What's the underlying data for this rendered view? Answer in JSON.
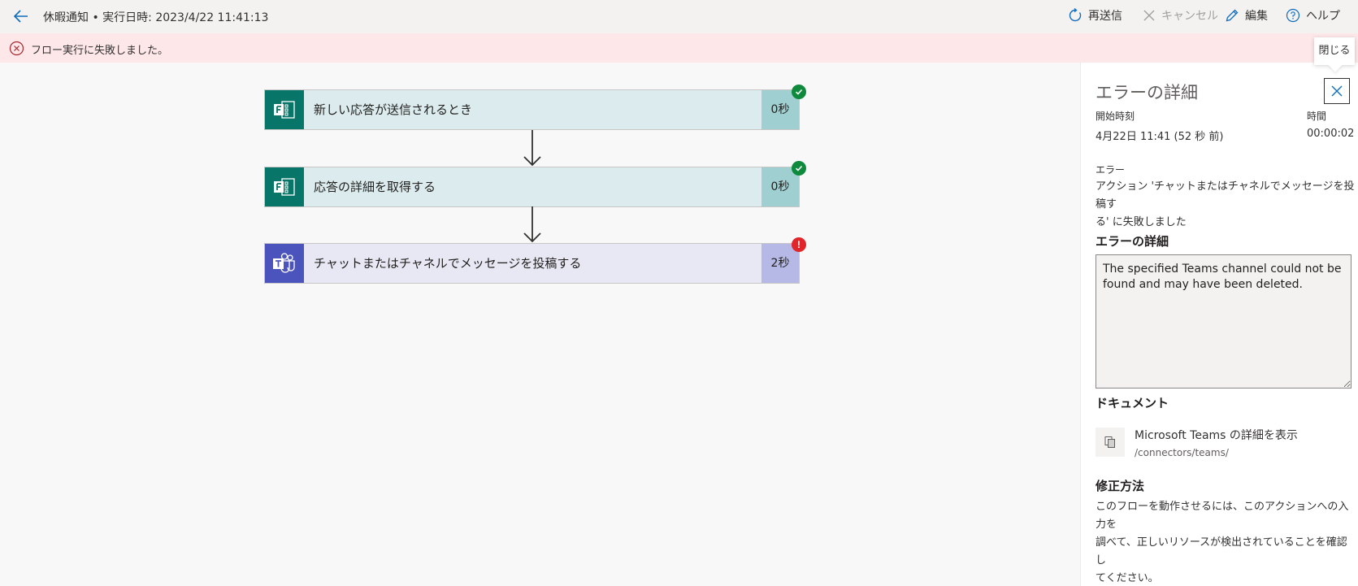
{
  "header": {
    "back_icon": "arrow-left-icon",
    "title": "休暇通知 • 実行日時: 2023/4/22 11:41:13",
    "commands": {
      "resubmit": "再送信",
      "cancel": "キャンセル",
      "edit": "編集",
      "help": "ヘルプ"
    }
  },
  "banner": {
    "icon": "error-circle-icon",
    "message": "フロー実行に失敗しました。"
  },
  "flow": {
    "steps": [
      {
        "label": "新しい応答が送信されるとき",
        "duration": "0秒",
        "status": "succeeded",
        "connector": "forms-icon"
      },
      {
        "label": "応答の詳細を取得する",
        "duration": "0秒",
        "status": "succeeded",
        "connector": "forms-icon"
      },
      {
        "label": "チャットまたはチャネルでメッセージを投稿する",
        "duration": "2秒",
        "status": "failed",
        "connector": "teams-icon",
        "status_glyph": "!"
      }
    ]
  },
  "panel": {
    "title": "エラーの詳細",
    "close_tooltip": "閉じる",
    "start_label": "開始時刻",
    "start_value": "4月22日 11:41 (52 秒 前)",
    "duration_label": "時間",
    "duration_value": "00:00:02",
    "error_label": "エラー",
    "error_line1": "アクション 'チャットまたはチャネルでメッセージを投稿す",
    "error_line2": "る' に失敗しました",
    "details_heading": "エラーの詳細",
    "details_text": "The specified Teams channel could not be found and may have been deleted.",
    "docs_heading": "ドキュメント",
    "doc_link": "Microsoft Teams の詳細を表示",
    "doc_path": "/connectors/teams/",
    "fix_heading": "修正方法",
    "fix_line1": "このフローを動作させるには、このアクションへの入力を",
    "fix_line2": "調べて、正しいリソースが検出されていることを確認し",
    "fix_line3": "てください。"
  },
  "colors": {
    "forms_brand": "#077568",
    "teams_brand": "#4b53bc",
    "success": "#0f8a3d",
    "error": "#e0262b",
    "banner_bg": "#fde7e9"
  }
}
